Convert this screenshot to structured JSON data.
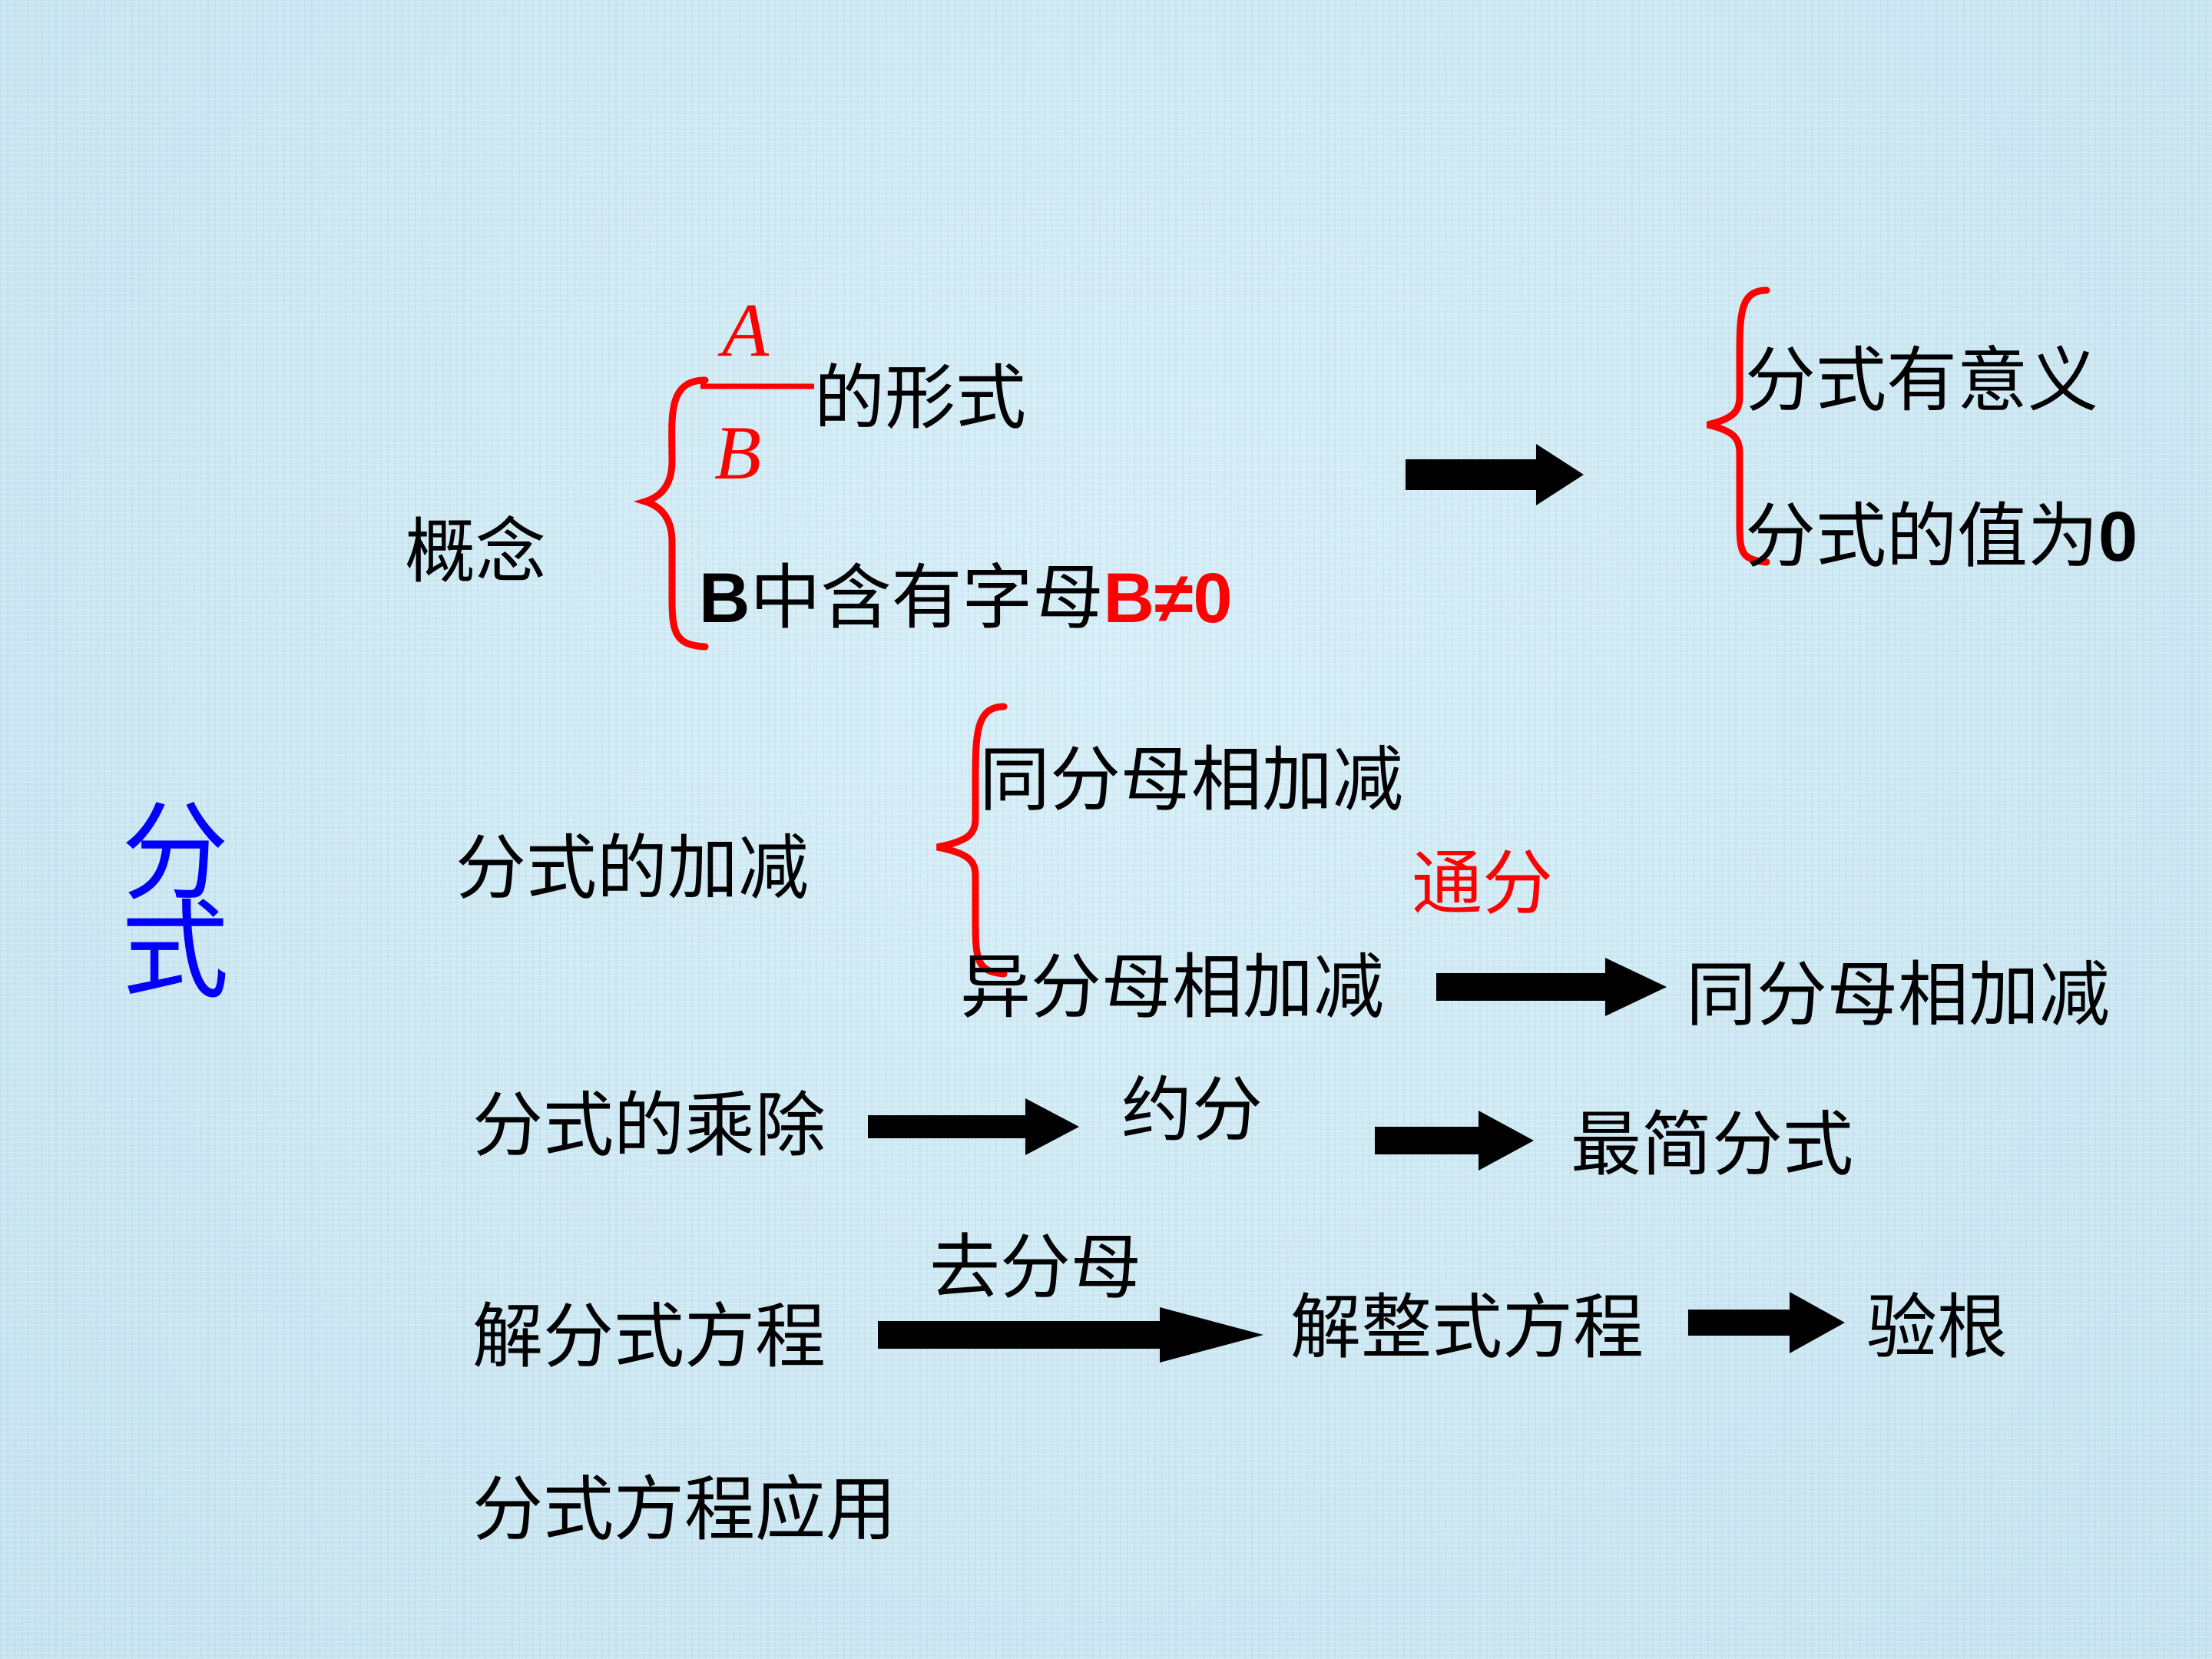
{
  "root": {
    "title": "分式"
  },
  "concept": {
    "label": "概念",
    "fraction": {
      "numerator": "A",
      "denominator": "B",
      "suffix": "的形式"
    },
    "condition": {
      "prefix_var": "B",
      "middle": "中含有字母",
      "emphasis": "B≠0"
    },
    "outcomes": [
      "分式有意义",
      "分式的值为",
      "0"
    ]
  },
  "add_sub": {
    "label": "分式的加减",
    "same_denominator": "同分母相加减",
    "common_denominator_note": "通分",
    "different_denominator": "异分母相加减",
    "result": "同分母相加减"
  },
  "mul_div": {
    "label": "分式的乘除",
    "step": "约分",
    "result": "最简分式"
  },
  "equation": {
    "label": "解分式方程",
    "arrow_note": "去分母",
    "step": "解整式方程",
    "result": "验根"
  },
  "application": {
    "label": "分式方程应用"
  },
  "colors": {
    "emphasis": "#ff0000",
    "root": "#0000ff",
    "arrow": "#000000",
    "text": "#000000"
  }
}
